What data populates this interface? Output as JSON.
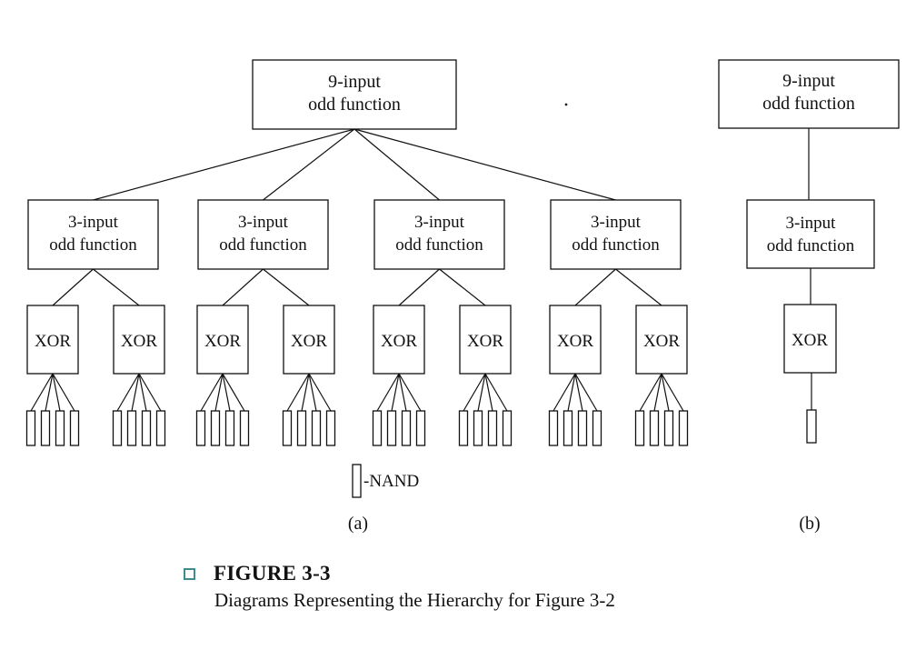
{
  "diagram_a": {
    "root": {
      "line1": "9-input",
      "line2": "odd function"
    },
    "level2": [
      {
        "line1": "3-input",
        "line2": "odd function"
      },
      {
        "line1": "3-input",
        "line2": "odd function"
      },
      {
        "line1": "3-input",
        "line2": "odd function"
      },
      {
        "line1": "3-input",
        "line2": "odd function"
      }
    ],
    "xor_label": "XOR",
    "xor_count": 8,
    "nand_per_xor": 4,
    "legend_label": "-NAND",
    "sublabel": "(a)"
  },
  "diagram_b": {
    "root": {
      "line1": "9-input",
      "line2": "odd function"
    },
    "mid": {
      "line1": "3-input",
      "line2": "odd function"
    },
    "xor_label": "XOR",
    "sublabel": "(b)"
  },
  "caption": {
    "title": "FIGURE 3-3",
    "text": "Diagrams Representing the Hierarchy for Figure 3-2"
  },
  "colors": {
    "figure_square": "#3f8a8a",
    "ink": "#111111"
  }
}
